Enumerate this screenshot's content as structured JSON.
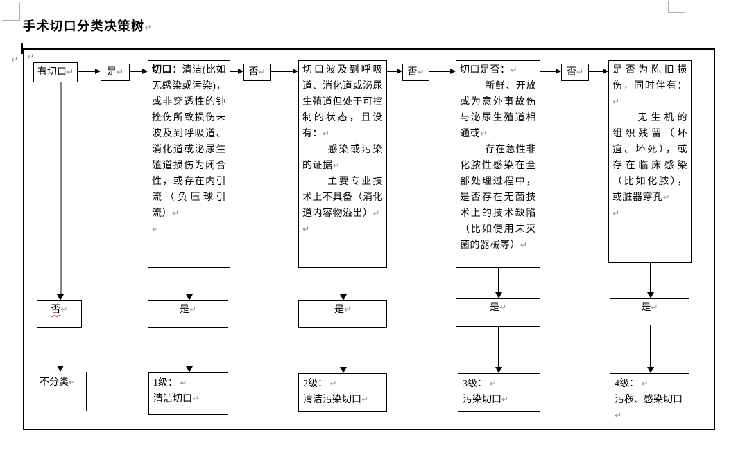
{
  "title": "手术切口分类决策树",
  "pilcrow": "↵",
  "colors": {
    "line": "#000000",
    "dual_line_gray": "#858585",
    "formatting_mark_gray": "#8f8f8f",
    "spellcheck_red": "#e03020"
  },
  "columns": [
    {
      "top_label": "有切口",
      "mid_label": "否",
      "result_line1": "不分类",
      "result_line2": ""
    },
    {
      "gate_label": "是",
      "top_bold": "切口",
      "top_p1": "：清洁(比如无感染或污染)，或非穿透性的钝挫伤所致损伤未波及到呼吸道、消化道或泌尿生殖道损伤为闭合性，或存在内引流（负压球引流）",
      "mid_label": "是",
      "result_line1": "1级：",
      "result_line2": "清洁切口"
    },
    {
      "gate_label": "否",
      "top_p1": "切口波及到呼吸道、消化道或泌尿生殖道但处于可控制的状态，且没有：",
      "top_p2": "感染或污染的证据",
      "top_p3": "主要专业技术上不具备（消化道内容物溢出）",
      "mid_label": "是",
      "result_line1": "2级：",
      "result_line2": "清洁污染切口"
    },
    {
      "gate_label": "否",
      "top_p1": "切口是否：",
      "top_p2": "新鲜、开放或为意外事故伤与泌尿生殖道相通或",
      "top_p3": "存在急性非化脓性感染在全部处理过程中，是否存在无菌技术上的技术缺陷（比如使用未灭菌的器械等）",
      "mid_label": "是",
      "result_line1": "3级：",
      "result_line2": "污染切口"
    },
    {
      "gate_label": "否",
      "top_p1": "是否为陈旧损伤，同时伴有：",
      "top_p2": "无生机的组织残留（坏疽、坏死），或存在临床感染（比如化脓），或脏器穿孔",
      "mid_label": "是",
      "result_line1": "4级：",
      "result_line2": "污秽、感染切口"
    }
  ]
}
